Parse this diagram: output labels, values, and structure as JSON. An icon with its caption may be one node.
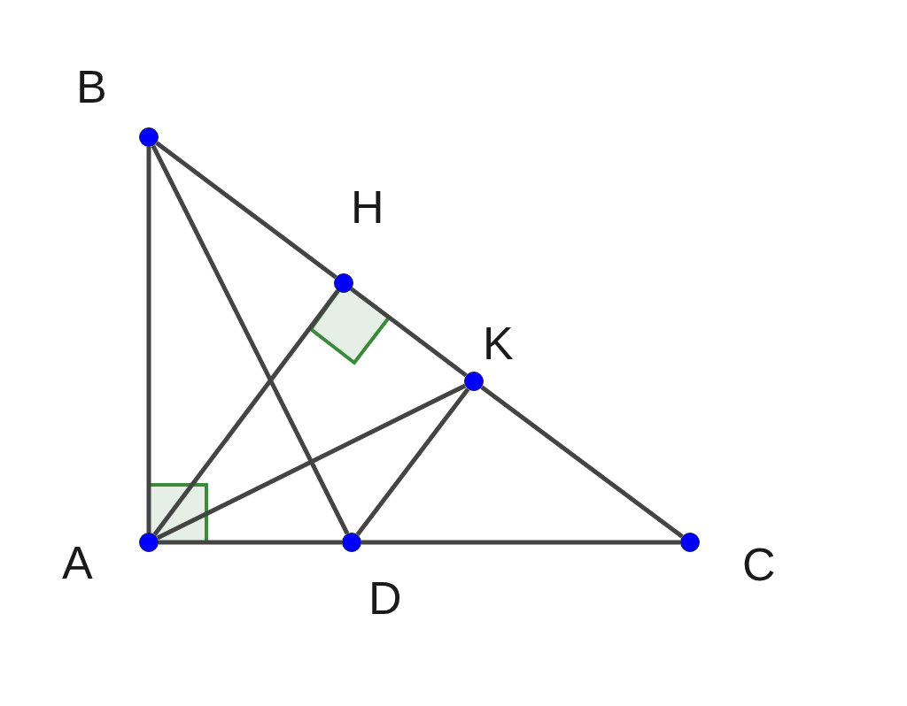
{
  "diagram": {
    "nodes": [
      {
        "text": [],
        "shape": "circle",
        "beside": [
          "B"
        ]
      },
      {
        "text": [],
        "shape": "circle",
        "beside": [
          "H"
        ]
      },
      {
        "text": [],
        "shape": "circle",
        "beside": [
          "K"
        ]
      },
      {
        "text": [],
        "shape": "circle",
        "beside": [
          "A"
        ]
      },
      {
        "text": [],
        "shape": "circle",
        "beside": [
          "D"
        ]
      },
      {
        "text": [],
        "shape": "circle",
        "beside": [
          "C"
        ]
      }
    ],
    "edges": [
      {
        "from": 0,
        "to": 3,
        "arrow": "none"
      },
      {
        "from": 0,
        "to": 1,
        "arrow": "none"
      },
      {
        "from": 1,
        "to": 2,
        "arrow": "none"
      },
      {
        "from": 2,
        "to": 5,
        "arrow": "none"
      },
      {
        "from": 3,
        "to": 4,
        "arrow": "none"
      },
      {
        "from": 4,
        "to": 5,
        "arrow": "none"
      },
      {
        "from": 0,
        "to": 4,
        "arrow": "none"
      },
      {
        "from": 3,
        "to": 1,
        "arrow": "none"
      },
      {
        "from": 3,
        "to": 2,
        "arrow": "none"
      },
      {
        "from": 4,
        "to": 2,
        "arrow": "none"
      }
    ]
  }
}
